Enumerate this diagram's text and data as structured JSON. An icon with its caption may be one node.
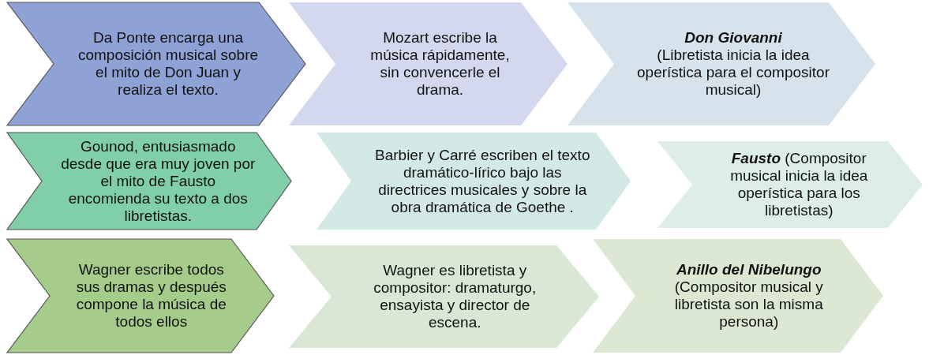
{
  "diagram": {
    "nodes": [
      {
        "text": [
          "Da Ponte encarga una composición musical sobre el mito de Don Juan y realiza el texto."
        ]
      },
      {
        "text": [
          "Mozart escribe la música rápidamente, sin convencerle el drama."
        ]
      },
      {
        "text": [
          "Don Giovanni",
          "(Libretista inicia la idea operística para el compositor musical)"
        ]
      },
      {
        "text": [
          "Gounod, entusiasmado desde que era muy joven por el mito de Fausto encomienda su texto a dos libretistas."
        ]
      },
      {
        "text": [
          "Barbier y Carré escriben el texto dramático-lírico bajo las directrices musicales y sobre la obra dramática de Goethe ."
        ]
      },
      {
        "text": [
          "Fausto",
          "(Compositor musical inicia la idea operística para los libretistas)"
        ]
      },
      {
        "text": [
          "Wagner escribe todos sus dramas y después compone la música de todos ellos"
        ]
      },
      {
        "text": [
          "Wagner es libretista y compositor: dramaturgo, ensayista y director de escena."
        ]
      },
      {
        "text": [
          "Anillo del Nibelungo",
          "(Compositor musical y libretista son la misma persona)"
        ]
      }
    ]
  }
}
